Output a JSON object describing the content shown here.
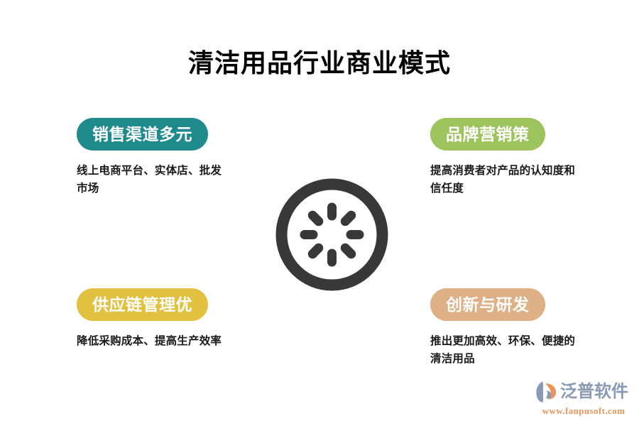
{
  "page": {
    "title": "清洁用品行业商业模式",
    "background_color": "#ffffff"
  },
  "center_icon": {
    "name": "spinner-circle-icon",
    "color": "#383838",
    "dash_count": 8
  },
  "quadrants": [
    {
      "position": "top-left",
      "badge_label": "销售渠道多元",
      "badge_color": "#1f8a8c",
      "description": "线上电商平台、实体店、批发市场"
    },
    {
      "position": "top-right",
      "badge_label": "品牌营销策",
      "badge_color": "#9cc35c",
      "description": "提高消费者对产品的认知度和信任度"
    },
    {
      "position": "bottom-left",
      "badge_label": "供应链管理优",
      "badge_color": "#e2c040",
      "description": "降低采购成本、提高生产效率"
    },
    {
      "position": "bottom-right",
      "badge_label": "创新与研发",
      "badge_color": "#ddb086",
      "description": "推出更加高效、环保、便捷的清洁用品"
    }
  ],
  "watermark": {
    "brand_name": "泛普软件",
    "url": "www.fanpusoft.com",
    "brand_color": "#8a9ab5",
    "url_color": "#e8945a",
    "accent_color": "#e8945a"
  }
}
